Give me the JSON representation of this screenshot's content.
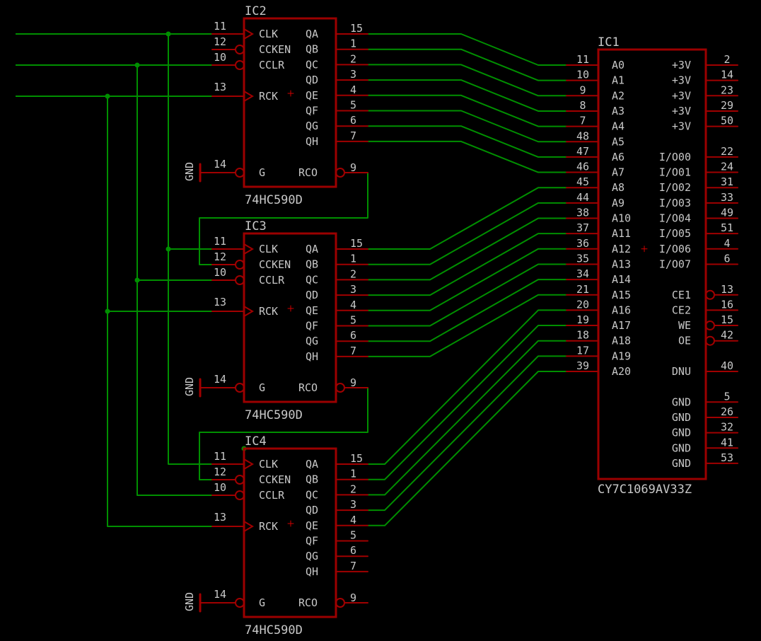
{
  "colors": {
    "background": "#000000",
    "wire": "#008f00",
    "symbol": "#9b0000",
    "pin": "#a00000",
    "text": "#c8c8c8",
    "origin": "#d00000"
  },
  "counters": [
    {
      "name": "IC2",
      "value": "74HC590D",
      "gnd": "GND",
      "left_pins": [
        {
          "num": "11",
          "label": "CLK"
        },
        {
          "num": "12",
          "label": "CCKEN"
        },
        {
          "num": "10",
          "label": "CCLR"
        },
        {
          "num": "13",
          "label": "RCK"
        },
        {
          "num": "14",
          "label": "G"
        }
      ],
      "right_pins": [
        {
          "num": "15",
          "label": "QA"
        },
        {
          "num": "1",
          "label": "QB"
        },
        {
          "num": "2",
          "label": "QC"
        },
        {
          "num": "3",
          "label": "QD"
        },
        {
          "num": "4",
          "label": "QE"
        },
        {
          "num": "5",
          "label": "QF"
        },
        {
          "num": "6",
          "label": "QG"
        },
        {
          "num": "7",
          "label": "QH"
        },
        {
          "num": "9",
          "label": "RCO"
        }
      ]
    },
    {
      "name": "IC3",
      "value": "74HC590D",
      "gnd": "GND",
      "left_pins": [
        {
          "num": "11",
          "label": "CLK"
        },
        {
          "num": "12",
          "label": "CCKEN"
        },
        {
          "num": "10",
          "label": "CCLR"
        },
        {
          "num": "13",
          "label": "RCK"
        },
        {
          "num": "14",
          "label": "G"
        }
      ],
      "right_pins": [
        {
          "num": "15",
          "label": "QA"
        },
        {
          "num": "1",
          "label": "QB"
        },
        {
          "num": "2",
          "label": "QC"
        },
        {
          "num": "3",
          "label": "QD"
        },
        {
          "num": "4",
          "label": "QE"
        },
        {
          "num": "5",
          "label": "QF"
        },
        {
          "num": "6",
          "label": "QG"
        },
        {
          "num": "7",
          "label": "QH"
        },
        {
          "num": "9",
          "label": "RCO"
        }
      ]
    },
    {
      "name": "IC4",
      "value": "74HC590D",
      "gnd": "GND",
      "left_pins": [
        {
          "num": "11",
          "label": "CLK"
        },
        {
          "num": "12",
          "label": "CCKEN"
        },
        {
          "num": "10",
          "label": "CCLR"
        },
        {
          "num": "13",
          "label": "RCK"
        },
        {
          "num": "14",
          "label": "G"
        }
      ],
      "right_pins": [
        {
          "num": "15",
          "label": "QA"
        },
        {
          "num": "1",
          "label": "QB"
        },
        {
          "num": "2",
          "label": "QC"
        },
        {
          "num": "3",
          "label": "QD"
        },
        {
          "num": "4",
          "label": "QE"
        },
        {
          "num": "5",
          "label": "QF"
        },
        {
          "num": "6",
          "label": "QG"
        },
        {
          "num": "7",
          "label": "QH"
        },
        {
          "num": "9",
          "label": "RCO"
        }
      ]
    }
  ],
  "sram": {
    "name": "IC1",
    "value": "CY7C1069AV33Z",
    "left_pins": [
      {
        "num": "11",
        "label": "A0"
      },
      {
        "num": "10",
        "label": "A1"
      },
      {
        "num": "9",
        "label": "A2"
      },
      {
        "num": "8",
        "label": "A3"
      },
      {
        "num": "7",
        "label": "A4"
      },
      {
        "num": "48",
        "label": "A5"
      },
      {
        "num": "47",
        "label": "A6"
      },
      {
        "num": "46",
        "label": "A7"
      },
      {
        "num": "45",
        "label": "A8"
      },
      {
        "num": "44",
        "label": "A9"
      },
      {
        "num": "38",
        "label": "A10"
      },
      {
        "num": "37",
        "label": "A11"
      },
      {
        "num": "36",
        "label": "A12"
      },
      {
        "num": "35",
        "label": "A13"
      },
      {
        "num": "34",
        "label": "A14"
      },
      {
        "num": "21",
        "label": "A15"
      },
      {
        "num": "20",
        "label": "A16"
      },
      {
        "num": "19",
        "label": "A17"
      },
      {
        "num": "18",
        "label": "A18"
      },
      {
        "num": "17",
        "label": "A19"
      },
      {
        "num": "39",
        "label": "A20"
      }
    ],
    "right_pins": [
      {
        "num": "2",
        "label": "+3V"
      },
      {
        "num": "14",
        "label": "+3V"
      },
      {
        "num": "23",
        "label": "+3V"
      },
      {
        "num": "29",
        "label": "+3V"
      },
      {
        "num": "50",
        "label": "+3V"
      },
      {
        "num": "22",
        "label": "I/O00"
      },
      {
        "num": "24",
        "label": "I/O01"
      },
      {
        "num": "31",
        "label": "I/O02"
      },
      {
        "num": "33",
        "label": "I/O03"
      },
      {
        "num": "49",
        "label": "I/O04"
      },
      {
        "num": "51",
        "label": "I/O05"
      },
      {
        "num": "4",
        "label": "I/O06"
      },
      {
        "num": "6",
        "label": "I/O07"
      },
      {
        "num": "13",
        "label": "CE1",
        "inv": true
      },
      {
        "num": "16",
        "label": "CE2"
      },
      {
        "num": "15",
        "label": "WE",
        "inv": true
      },
      {
        "num": "42",
        "label": "OE",
        "inv": true
      },
      {
        "num": "40",
        "label": "DNU"
      },
      {
        "num": "5",
        "label": "GND"
      },
      {
        "num": "26",
        "label": "GND"
      },
      {
        "num": "32",
        "label": "GND"
      },
      {
        "num": "41",
        "label": "GND"
      },
      {
        "num": "53",
        "label": "GND"
      }
    ]
  }
}
